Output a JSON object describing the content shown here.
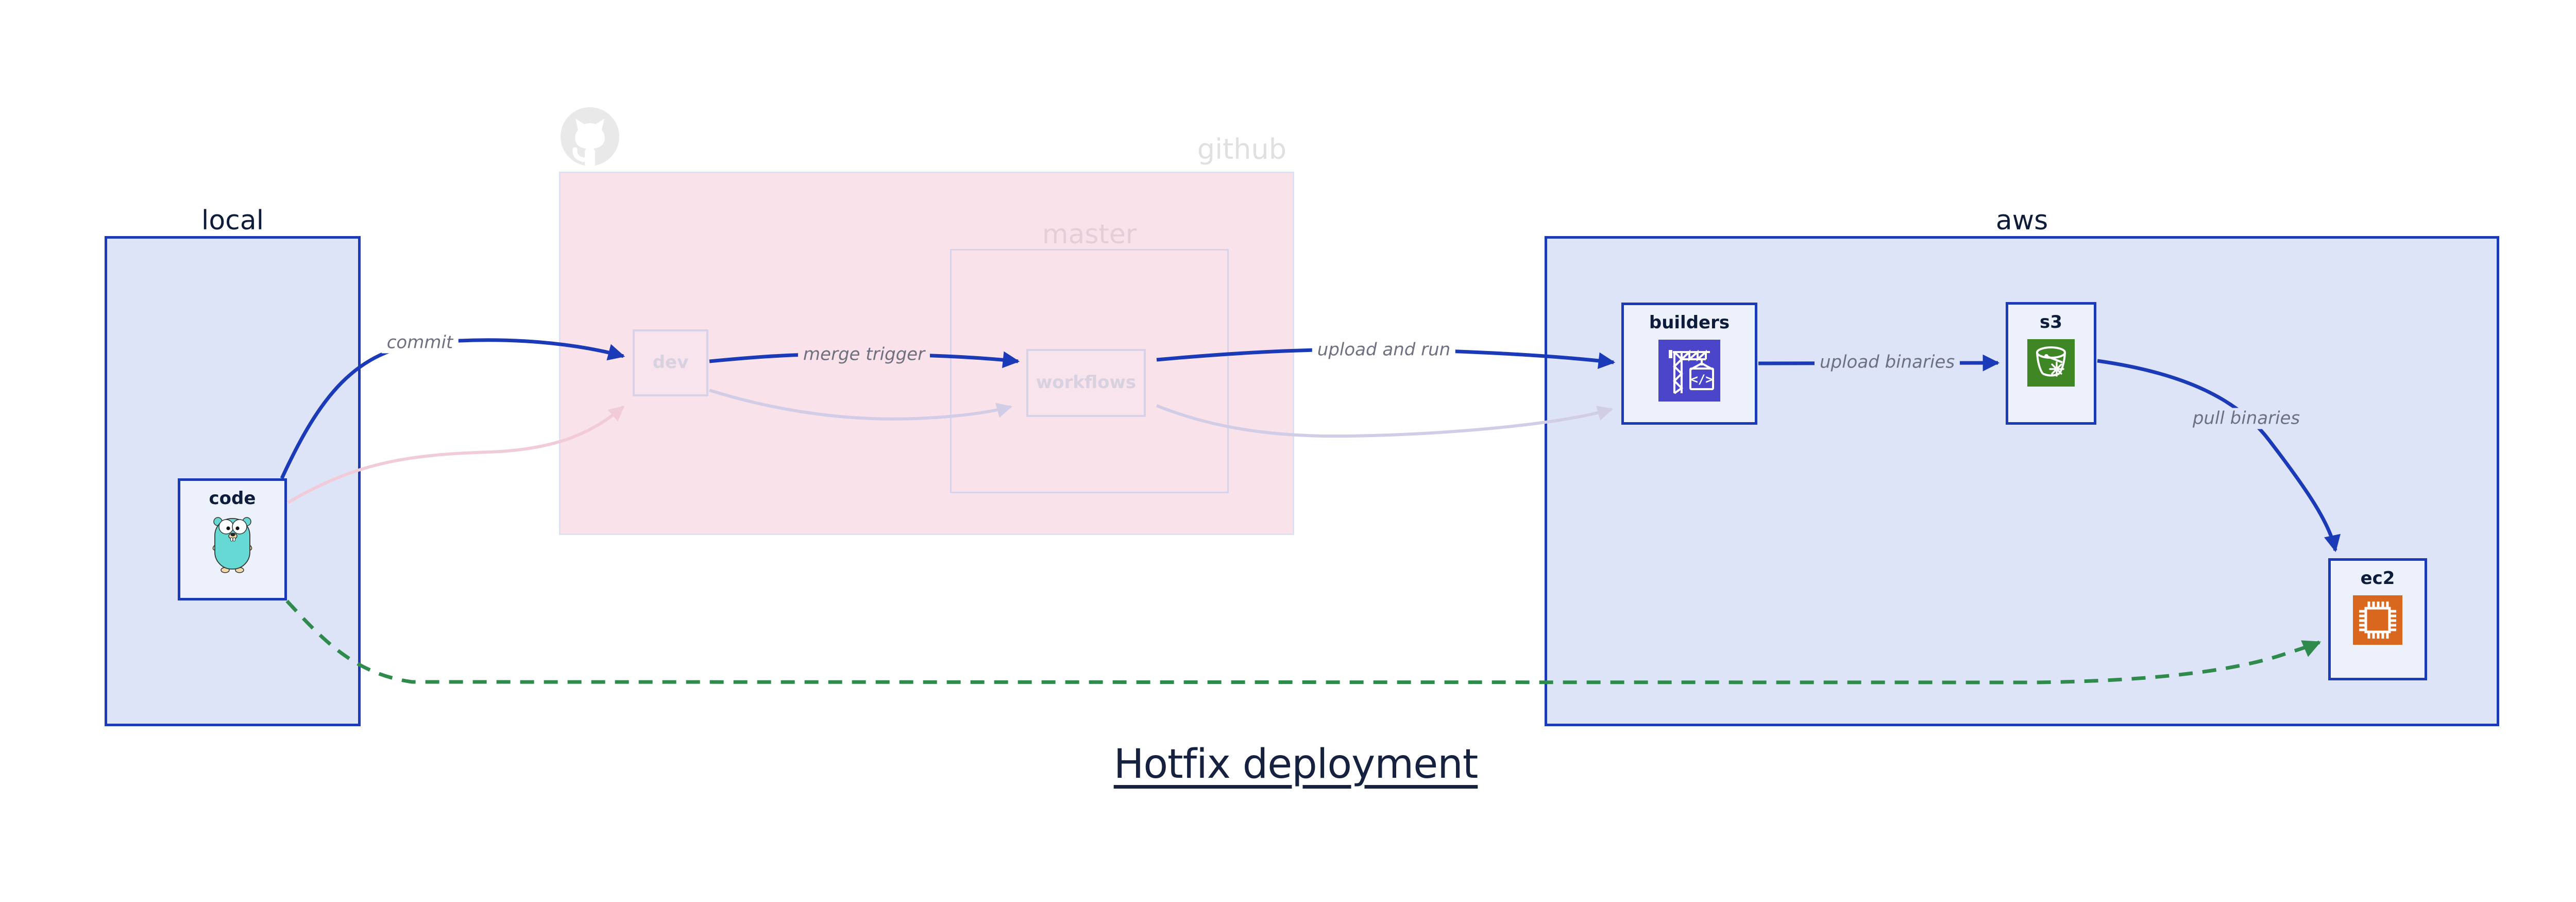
{
  "title": "Hotfix deployment",
  "clusters": {
    "local": {
      "label": "local"
    },
    "github": {
      "label": "github"
    },
    "master": {
      "label": "master"
    },
    "aws": {
      "label": "aws"
    }
  },
  "nodes": {
    "code": {
      "label": "code",
      "icon": "go-gopher-icon"
    },
    "dev": {
      "label": "dev"
    },
    "workflows": {
      "label": "workflows"
    },
    "builders": {
      "label": "builders",
      "icon": "aws-codebuild-icon",
      "icon_glyph": "</>"
    },
    "s3": {
      "label": "s3",
      "icon": "aws-s3-glacier-bucket-icon"
    },
    "ec2": {
      "label": "ec2",
      "icon": "aws-ec2-chip-icon"
    }
  },
  "edges": [
    {
      "from": "code",
      "to": "dev",
      "label": "commit",
      "style": "active-blue"
    },
    {
      "from": "dev",
      "to": "workflows",
      "label": "merge trigger",
      "style": "active-blue"
    },
    {
      "from": "workflows",
      "to": "builders",
      "label": "upload and run",
      "style": "active-blue"
    },
    {
      "from": "builders",
      "to": "s3",
      "label": "upload binaries",
      "style": "active-blue"
    },
    {
      "from": "s3",
      "to": "ec2",
      "label": "pull binaries",
      "style": "active-blue"
    },
    {
      "from": "code",
      "to": "ec2",
      "label": "",
      "style": "dashed-green"
    },
    {
      "from": "code",
      "to": "dev",
      "label": "",
      "style": "faded-pink"
    },
    {
      "from": "dev",
      "to": "workflows",
      "label": "",
      "style": "faded-lavender"
    },
    {
      "from": "workflows",
      "to": "builders",
      "label": "",
      "style": "faded-lavender"
    }
  ],
  "colors": {
    "accent_blue": "#1b3ab8",
    "cluster_blue_fill": "#dee4f8",
    "node_fill": "#edf1fb",
    "github_pink_fill": "#f9e2e9",
    "faded_border": "#d8d2e8",
    "green_dashed": "#2e8b4c",
    "edge_label_gray": "#6e7080",
    "codebuild_indigo": "#4b46c9",
    "s3_green": "#3f8725",
    "ec2_orange": "#d9671d",
    "gopher_teal": "#66d9d4"
  }
}
